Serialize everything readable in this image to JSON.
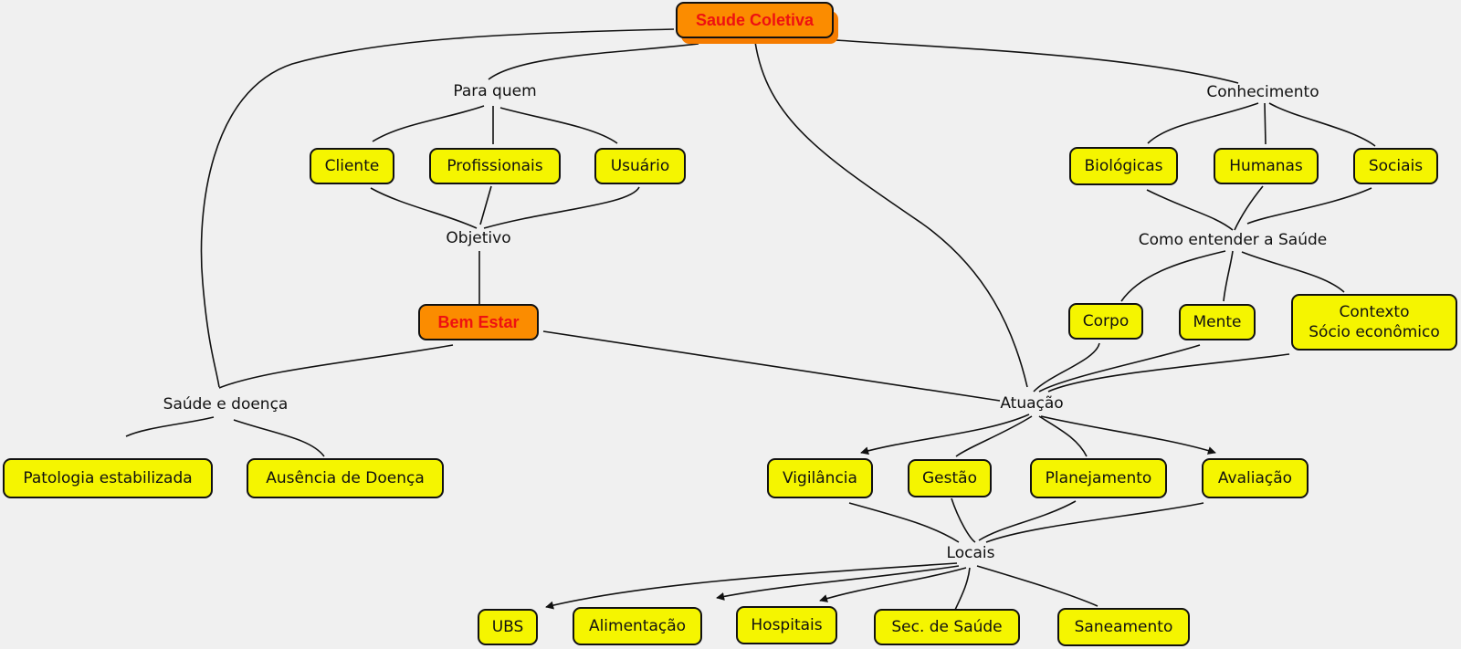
{
  "colors": {
    "background": "#f0f0f0",
    "concept": "#f5f500",
    "highlight": "#fb8c00",
    "highlight_text": "#ee1111",
    "line": "#111111"
  },
  "root": "Saude Coletiva",
  "central": "Bem Estar",
  "linking_phrases": {
    "para_quem": "Para quem",
    "conhecimento": "Conhecimento",
    "objetivo": "Objetivo",
    "como_entender": "Como entender a Saúde",
    "saude_doenca": "Saúde e doença",
    "atuacao": "Atuação",
    "locais": "Locais"
  },
  "concepts": {
    "cliente": "Cliente",
    "profissionais": "Profissionais",
    "usuario": "Usuário",
    "biologicas": "Biológicas",
    "humanas": "Humanas",
    "sociais": "Sociais",
    "corpo": "Corpo",
    "mente": "Mente",
    "contexto": "Contexto\nSócio econômico",
    "patologia": "Patologia estabilizada",
    "ausencia": "Ausência de Doença",
    "vigilancia": "Vigilância",
    "gestao": "Gestão",
    "planejamento": "Planejamento",
    "avaliacao": "Avaliação",
    "ubs": "UBS",
    "alimentacao": "Alimentação",
    "hospitais": "Hospitais",
    "sec_saude": "Sec. de Saúde",
    "saneamento": "Saneamento"
  }
}
